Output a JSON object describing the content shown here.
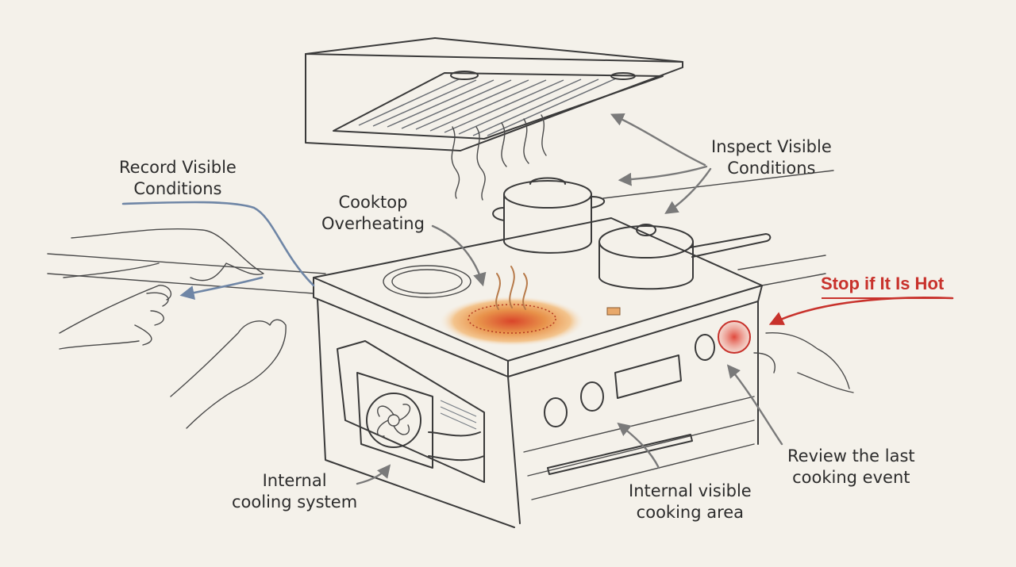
{
  "labels": {
    "record": [
      "Record Visible",
      "Conditions"
    ],
    "cooktop": [
      "Cooktop",
      "Overheating"
    ],
    "inspect": [
      "Inspect Visible",
      "Conditions"
    ],
    "stop": "Stop if It Is Hot",
    "review": [
      "Review the last",
      "cooking event"
    ],
    "internal_area": [
      "Internal visible",
      "cooking area"
    ],
    "cooling": [
      "Internal",
      "cooling system"
    ]
  },
  "colors": {
    "background": "#f4f1ea",
    "ink": "#3a3a3a",
    "warning": "#c8322c",
    "blue_arrow": "#6f86a6",
    "heat": "#e8924a"
  }
}
